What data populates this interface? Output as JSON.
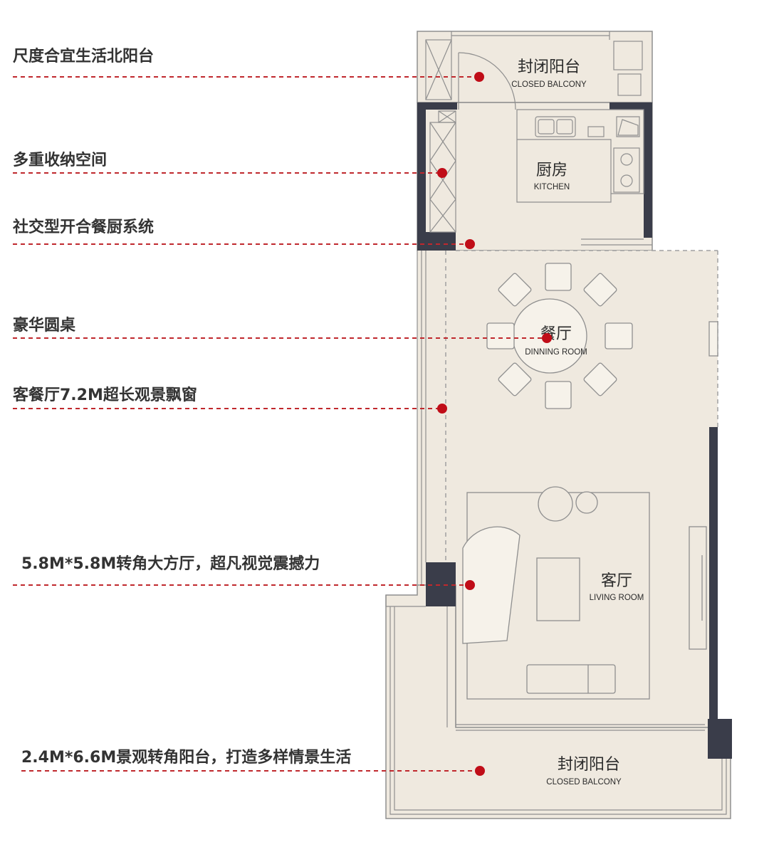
{
  "callouts": [
    {
      "id": "c1",
      "text": "尺度合宜生活北阳台"
    },
    {
      "id": "c2",
      "text": "多重收纳空间"
    },
    {
      "id": "c3",
      "text": "社交型开合餐厨系统"
    },
    {
      "id": "c4",
      "text": "豪华圆桌"
    },
    {
      "id": "c5",
      "text": "客餐厅7.2M超长观景飘窗"
    },
    {
      "id": "c6",
      "text": "5.8M*5.8M转角大方厅，超凡视觉震撼力"
    },
    {
      "id": "c7",
      "text": "2.4M*6.6M景观转角阳台，打造多样情景生活"
    }
  ],
  "rooms": {
    "north_balcony": {
      "cn": "封闭阳台",
      "en": "CLOSED BALCONY"
    },
    "kitchen": {
      "cn": "厨房",
      "en": "KITCHEN"
    },
    "dining": {
      "cn": "餐厅",
      "en": "DINNING ROOM"
    },
    "living": {
      "cn": "客厅",
      "en": "LIVING ROOM"
    },
    "south_balcony": {
      "cn": "封闭阳台",
      "en": "CLOSED BALCONY"
    }
  },
  "colors": {
    "floor": "#efe9df",
    "wall_dark": "#3a3d4a",
    "line": "#8f8f8f",
    "callout_line": "#c0282d",
    "marker": "#c00d18",
    "text": "#333333"
  }
}
